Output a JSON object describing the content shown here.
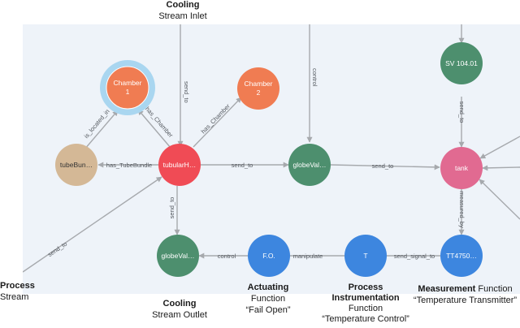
{
  "nodes": [
    {
      "id": "chamber1",
      "label": "Chamber 1",
      "lines": [
        "Chamber",
        "1"
      ],
      "color": "#f07c52",
      "selected": true
    },
    {
      "id": "chamber2",
      "label": "Chamber 2",
      "lines": [
        "Chamber",
        "2"
      ],
      "color": "#f07c52"
    },
    {
      "id": "tubebundle",
      "label": "tubeBun…",
      "lines": [
        "tubeBun…"
      ],
      "color": "#d4b896",
      "dark": true
    },
    {
      "id": "tubular",
      "label": "tubularH…",
      "lines": [
        "tubularH…"
      ],
      "color": "#f04b55"
    },
    {
      "id": "globe1",
      "label": "globeVal…",
      "lines": [
        "globeVal…"
      ],
      "color": "#4d8f6e"
    },
    {
      "id": "sv",
      "label": "SV 104.01",
      "lines": [
        "SV 104.01"
      ],
      "color": "#4d8f6e"
    },
    {
      "id": "tank",
      "label": "tank",
      "lines": [
        "tank"
      ],
      "color": "#e16a91"
    },
    {
      "id": "globe2",
      "label": "globeVal…",
      "lines": [
        "globeVal…"
      ],
      "color": "#4d8f6e"
    },
    {
      "id": "fo",
      "label": "F.O.",
      "lines": [
        "F.O."
      ],
      "color": "#3d86df"
    },
    {
      "id": "t",
      "label": "T",
      "lines": [
        "T"
      ],
      "color": "#3d86df"
    },
    {
      "id": "tt",
      "label": "TT4750…",
      "lines": [
        "TT4750…"
      ],
      "color": "#3d86df"
    }
  ],
  "edges": [
    {
      "id": "e-stream-tubular",
      "label": "send_to"
    },
    {
      "id": "e-ctrl-globe1",
      "label": "control"
    },
    {
      "id": "e-sv-top",
      "label": ""
    },
    {
      "id": "e-tubebundle-chamber1",
      "label": "is_located_in"
    },
    {
      "id": "e-tubular-chamber1",
      "label": "has_Chamber"
    },
    {
      "id": "e-tubular-chamber2",
      "label": "has_Chamber"
    },
    {
      "id": "e-tubular-tubebundle",
      "label": "has_TubeBundle"
    },
    {
      "id": "e-tubular-globe1",
      "label": "send_to"
    },
    {
      "id": "e-globe1-tank",
      "label": "send_to"
    },
    {
      "id": "e-sv-tank",
      "label": "send_to"
    },
    {
      "id": "e-tubular-globe2",
      "label": "send_to"
    },
    {
      "id": "e-process-tubular",
      "label": "send_to"
    },
    {
      "id": "e-fo-globe2",
      "label": "control"
    },
    {
      "id": "e-t-fo",
      "label": "manipulate"
    },
    {
      "id": "e-tt-t",
      "label": "send_signal_to"
    },
    {
      "id": "e-tank-tt",
      "label": "measured_by"
    },
    {
      "id": "e-tank-a",
      "label": ""
    },
    {
      "id": "e-tank-b",
      "label": ""
    },
    {
      "id": "e-tank-c",
      "label": ""
    }
  ],
  "annotations": {
    "cooling_inlet": {
      "title": "Cooling",
      "sub": "Stream Inlet"
    },
    "process_stream": {
      "title": "Process",
      "sub": "Stream"
    },
    "cooling_outlet": {
      "title": "Cooling",
      "sub": "Stream Outlet"
    },
    "actuating": {
      "title": "Actuating",
      "line2": "Function",
      "line3": "“Fail Open”"
    },
    "process_instr": {
      "title": "Process",
      "line2": "Instrumentation",
      "line3": "Function",
      "line4": "“Temperature Control”"
    },
    "measurement": {
      "title": "Measurement",
      "title_suffix": " Function",
      "line2": "“Temperature Transmitter”"
    }
  },
  "colors": {
    "canvas": "#eef3f9",
    "edge": "#a6a9ad",
    "selection_halo": "#a9d6f0"
  }
}
